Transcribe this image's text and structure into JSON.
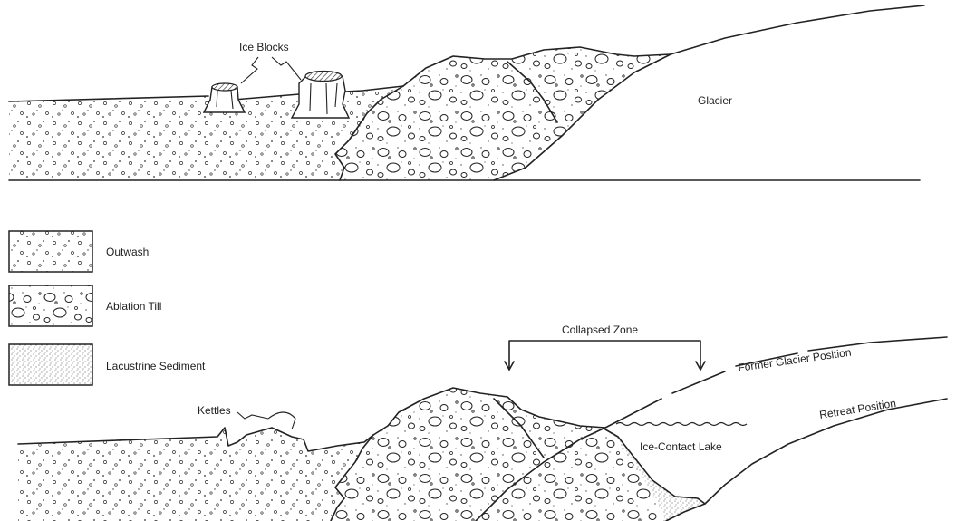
{
  "top_section": {
    "ice_blocks_label": "Ice Blocks",
    "glacier_label": "Glacier"
  },
  "legend": [
    {
      "label": "Outwash"
    },
    {
      "label": "Ablation Till"
    },
    {
      "label": "Lacustrine Sediment"
    }
  ],
  "bottom_section": {
    "collapsed_zone_label": "Collapsed Zone",
    "former_position_label": "Former Glacier Position",
    "retreat_position_label": "Retreat Position",
    "kettles_label": "Kettles",
    "ice_contact_lake_label": "Ice-Contact Lake"
  }
}
